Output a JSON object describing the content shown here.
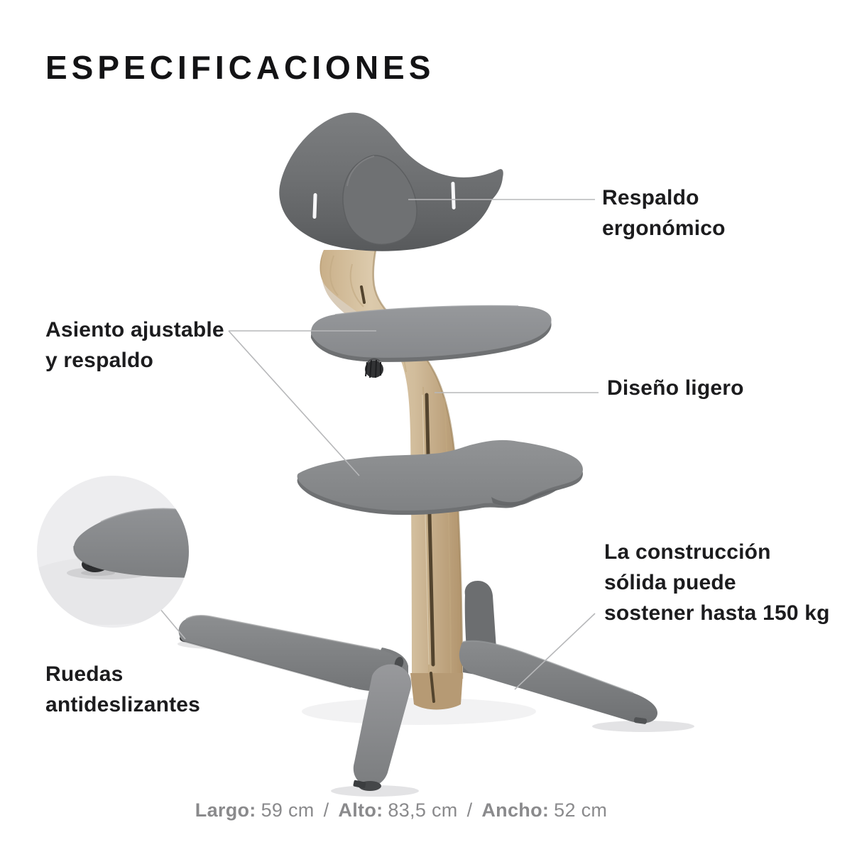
{
  "title": "ESPECIFICACIONES",
  "callouts": [
    {
      "name": "respaldo",
      "lines": [
        "Respaldo",
        "ergonómico"
      ]
    },
    {
      "name": "asiento",
      "lines": [
        "Asiento ajustable",
        "y respaldo"
      ]
    },
    {
      "name": "diseno",
      "lines": [
        "Diseño ligero"
      ]
    },
    {
      "name": "construccion",
      "lines": [
        "La construcción",
        "sólida puede",
        "sostener hasta 150 kg"
      ]
    },
    {
      "name": "ruedas",
      "lines": [
        "Ruedas",
        "antideslizantes"
      ]
    }
  ],
  "dimensions": {
    "largo_label": "Largo:",
    "largo_value": "59 cm",
    "alto_label": "Alto:",
    "alto_value": "83,5 cm",
    "ancho_label": "Ancho:",
    "ancho_value": "52 cm",
    "separator": "/"
  },
  "colors": {
    "background": "#ffffff",
    "plastic_gray": "#797b7d",
    "plastic_gray_dark": "#5f6163",
    "plastic_gray_light": "#95979a",
    "wood_light": "#dbc9ab",
    "wood_dark": "#b2946c",
    "callout_line": "#b7b8ba",
    "text_primary": "#1c1c1e",
    "text_dimensions": "#8a8a8c",
    "inset_background": "#ededef",
    "wheel_black": "#2d2e30"
  }
}
